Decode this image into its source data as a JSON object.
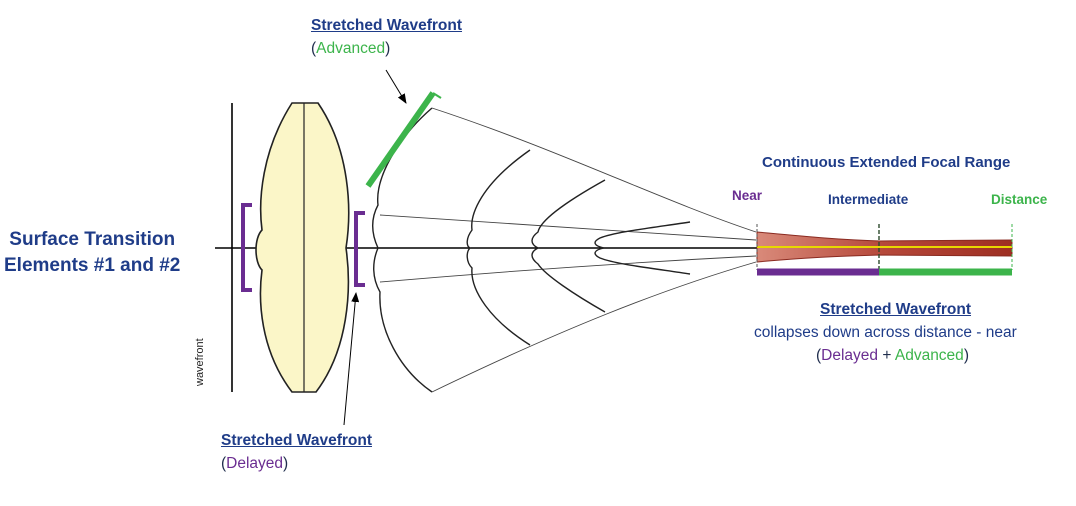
{
  "labels": {
    "top_title": "Stretched Wavefront",
    "top_sub_open": "(",
    "top_sub_word": "Advanced",
    "top_sub_close": ")",
    "left_line1": "Surface Transition",
    "left_line2": "Elements #1 and #2",
    "wavefront_vertical": "wavefront",
    "bottom_title": "Stretched Wavefront",
    "bottom_sub_open": "(",
    "bottom_sub_word": "Delayed",
    "bottom_sub_close": ")",
    "focal_heading": "Continuous Extended Focal Range",
    "near": "Near",
    "intermediate": "Intermediate",
    "distance": "Distance",
    "right_title": "Stretched Wavefront",
    "right_line2": "collapses down across distance - near",
    "right_sub_open": "(",
    "right_sub_delayed": "Delayed",
    "right_sub_plus": " + ",
    "right_sub_advanced": "Advanced",
    "right_sub_close": ")"
  },
  "colors": {
    "navy": "#1f3c88",
    "purple": "#6a2d91",
    "green": "#3cb44b",
    "lens_fill": "#fbf6c8",
    "focal_band": "#b5483a",
    "focal_center": "#e8d800"
  }
}
